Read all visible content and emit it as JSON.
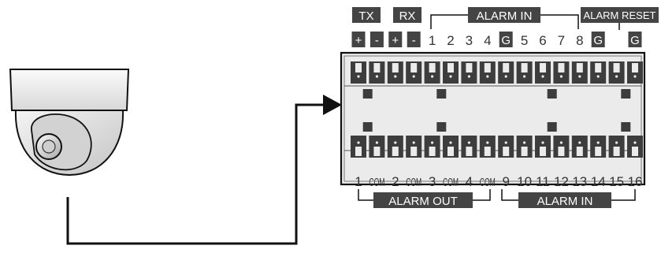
{
  "colors": {
    "dark": "#444444",
    "line": "#111111",
    "panel": "#ebebeb",
    "text": "#333333"
  },
  "top_tags": {
    "tx": "TX",
    "rx": "RX",
    "alarm_reset": "ALARM RESET"
  },
  "top_bracket_label": "ALARM IN",
  "top_pins": [
    {
      "text": "+",
      "boxed": true
    },
    {
      "text": "-",
      "boxed": true
    },
    {
      "text": "+",
      "boxed": true
    },
    {
      "text": "-",
      "boxed": true
    },
    {
      "text": "1",
      "boxed": false
    },
    {
      "text": "2",
      "boxed": false
    },
    {
      "text": "3",
      "boxed": false
    },
    {
      "text": "4",
      "boxed": false
    },
    {
      "text": "G",
      "boxed": true
    },
    {
      "text": "5",
      "boxed": false
    },
    {
      "text": "6",
      "boxed": false
    },
    {
      "text": "7",
      "boxed": false
    },
    {
      "text": "8",
      "boxed": false
    },
    {
      "text": "G",
      "boxed": true
    },
    {
      "text": "",
      "boxed": false
    },
    {
      "text": "G",
      "boxed": true
    }
  ],
  "bottom_pins": [
    "1",
    "COM",
    "2",
    "COM",
    "3",
    "COM",
    "4",
    "COM",
    "9",
    "10",
    "11",
    "12",
    "13",
    "14",
    "15",
    "16"
  ],
  "bottom_groups": {
    "left": "ALARM OUT",
    "right": "ALARM IN"
  },
  "icons": {
    "camera": "dome-camera-icon",
    "arrow": "arrow-right-icon"
  }
}
